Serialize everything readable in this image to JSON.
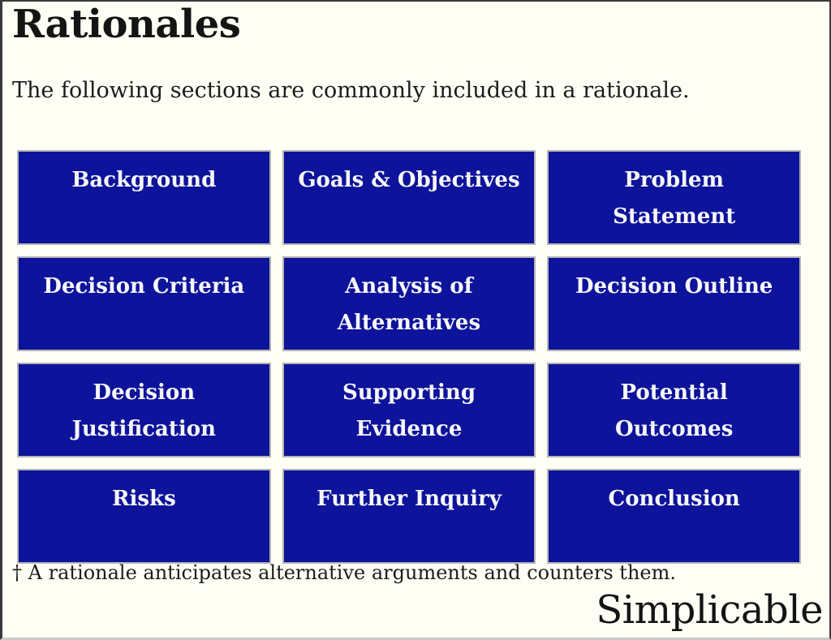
{
  "page": {
    "title": "Rationales",
    "subtitle": "The following sections are commonly included in a rationale.",
    "footnote": "† A rationale anticipates alternative arguments and counters them.",
    "brand": "Simplicable"
  },
  "cells": [
    "Background",
    "Goals & Objectives",
    "Problem\nStatement",
    "Decision Criteria",
    "Analysis of\nAlternatives",
    "Decision Outline",
    "Decision\nJustification",
    "Supporting\nEvidence",
    "Potential\nOutcomes",
    "Risks",
    "Further Inquiry",
    "Conclusion"
  ],
  "colors": {
    "background": "#FFFEF5",
    "box_fill": "#0D139A",
    "box_border": "#B5B5B5",
    "box_text": "#F7F7F7",
    "heading_text": "#141414",
    "body_text": "#1C1C1C",
    "frame_border": "#3A3A3A",
    "bottom_bar": "#C9C9C9"
  }
}
